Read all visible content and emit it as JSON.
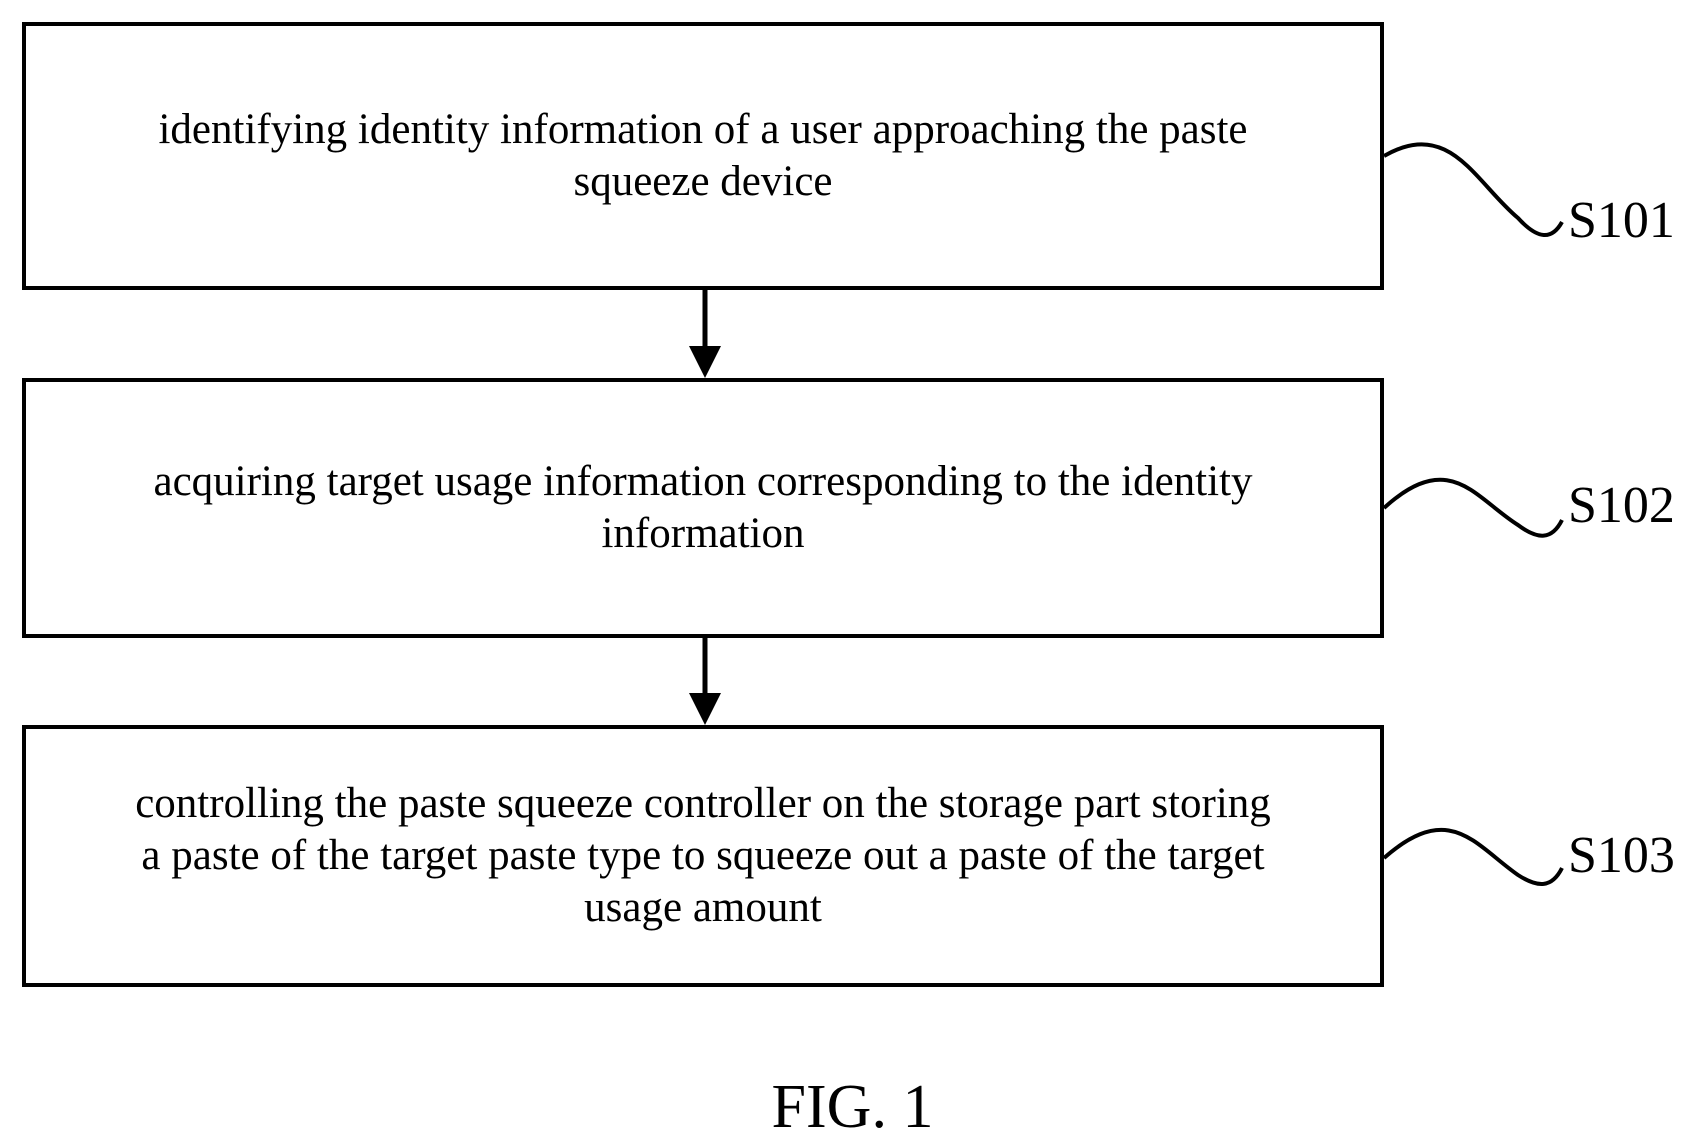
{
  "steps": [
    {
      "id": "S101",
      "text": "identifying identity information of a user approaching the paste\nsqueeze device"
    },
    {
      "id": "S102",
      "text": "acquiring target usage information corresponding to the identity\ninformation"
    },
    {
      "id": "S103",
      "text": "controlling the paste squeeze controller on the storage part storing\na paste of the target paste type to squeeze out a paste of the target\nusage amount"
    }
  ],
  "caption": "FIG. 1",
  "colors": {
    "line": "#000000",
    "background": "#ffffff"
  }
}
